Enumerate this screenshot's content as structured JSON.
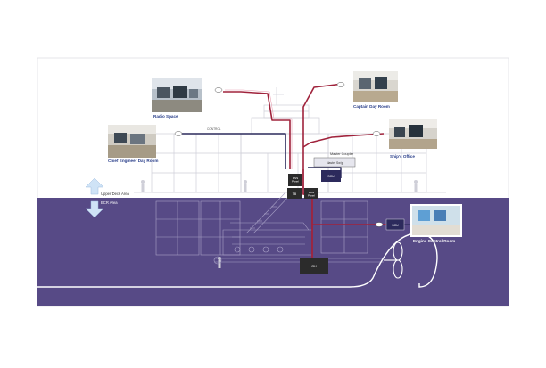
{
  "rooms": {
    "radio_space": "Radio Space",
    "captain_day_room": "Captain Day Room",
    "chief_engineer_day_room": "Chief Engineer Day Room",
    "ships_office": "Ship's Office",
    "engine_control_room": "Engine Control Room"
  },
  "areas": {
    "upper_deck": "Upper Deck Area",
    "ecr": "ECR Area"
  },
  "equipment": {
    "master_coupler": "Master Coupler",
    "master_coupler_unit": "Master  Sw'g",
    "scu_upper": "SCU",
    "scu_ecr": "SCU",
    "splitter_upper": "DSS\nPanel",
    "splitter_lower": "LAN\nPanel",
    "tb": "TB",
    "ok_box": "OK",
    "cable_label": "CONTROL"
  },
  "colors": {
    "ecr_background": "#574a86",
    "cable_red": "#a0233c",
    "cable_navy": "#2c2a5c",
    "hull_line": "#cfcfd8",
    "label_blue": "#2a3f8a"
  }
}
